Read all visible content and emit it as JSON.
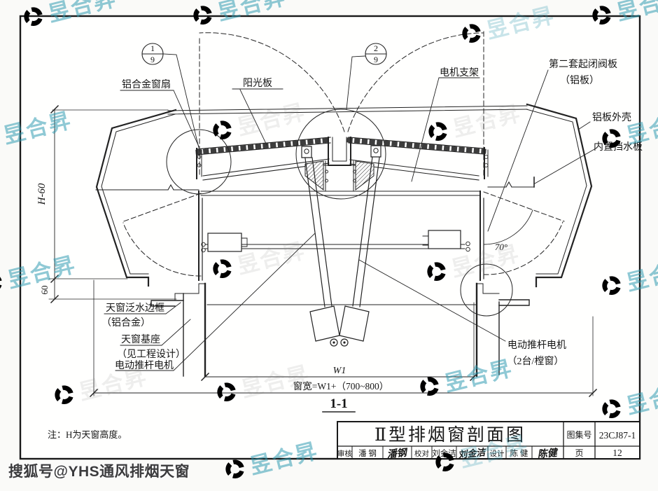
{
  "watermarks": {
    "brand": "昱合昇",
    "sohu": "搜狐号@YHS通风排烟天窗"
  },
  "callouts": {
    "c1": {
      "num": "1",
      "den": "9"
    },
    "c2": {
      "num": "2",
      "den": "9"
    }
  },
  "labels": {
    "sash": "铝合金窗扇",
    "panel": "阳光板",
    "bracket": "电机支架",
    "valve_line1": "第二套起闭阀板",
    "valve_line2": "（铝板）",
    "shell": "铝板外壳",
    "baffle": "内置挡水板",
    "flashing_line1": "天窗泛水边框",
    "flashing_line2": "（铝合金）",
    "base_line1": "天窗基座",
    "base_line2": "（见工程设计）",
    "motor_left": "电动推杆电机",
    "motor_right_line1": "电动推杆电机",
    "motor_right_line2": "（2台/樘窗）"
  },
  "dimensions": {
    "h": "H-60",
    "h60": "60",
    "w1": "W1",
    "width": "窗宽=W1+（700~800）",
    "angle": "70°"
  },
  "section_mark": "1-1",
  "note": "注：H为天窗高度。",
  "titleblock": {
    "title": "Ⅱ型排烟窗剖面图",
    "atlas_label": "图集号",
    "atlas_no": "23CJ87-1",
    "page_label": "页",
    "page_no": "12",
    "review_label": "审核",
    "reviewer": "潘 钢",
    "reviewer_sig": "潘钢",
    "proof_label": "校对",
    "proofer": "刘金洁",
    "proofer_sig": "刘金洁",
    "design_label": "设计",
    "designer": "陈 健",
    "designer_sig": "陈健"
  }
}
